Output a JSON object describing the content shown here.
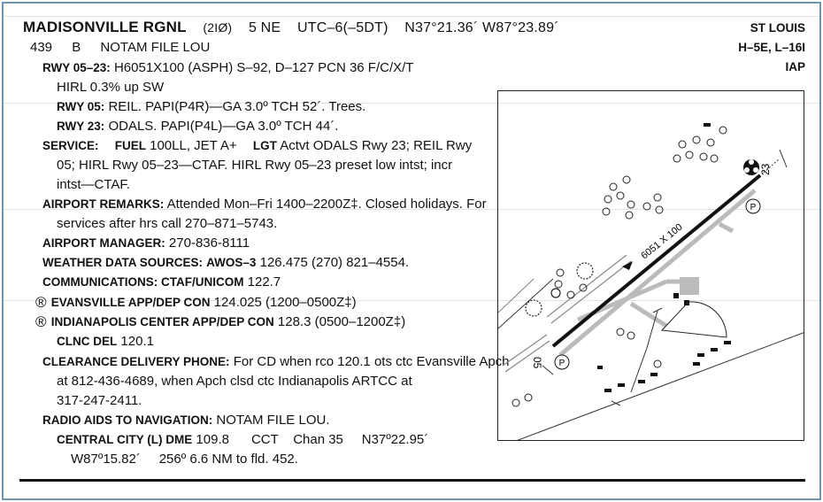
{
  "header": {
    "airport_name": "MADISONVILLE RGNL",
    "ident": "(2IØ)",
    "distance": "5 NE",
    "utc": "UTC–6(–5DT)",
    "coordinates": "N37°21.36´ W87°23.89´",
    "elevation": "439",
    "fuel_code": "B",
    "notam": "NOTAM FILE LOU"
  },
  "chart_refs": {
    "region": "ST LOUIS",
    "charts": "H–5E, L–16I",
    "iap": "IAP"
  },
  "runway": {
    "label": "RWY 05–23:",
    "text": "H6051X100 (ASPH)   S–92, D–127 PCN 36 F/C/X/T",
    "lights": "HIRL   0.3% up SW",
    "rwy05_label": "RWY 05:",
    "rwy05_text": "REIL. PAPI(P4R)—GA 3.0º TCH 52´. Trees.",
    "rwy23_label": "RWY 23:",
    "rwy23_text": "ODALS. PAPI(P4L)—GA 3.0º TCH 44´."
  },
  "service": {
    "label": "SERVICE:",
    "fuel_label": "FUEL",
    "fuel_text": "100LL, JET A+",
    "lgt_label": "LGT",
    "line1_text": "Actvt ODALS Rwy 23; REIL Rwy",
    "line2": "05; HIRL Rwy 05–23—CTAF. HIRL Rwy 05–23 preset low intst; incr",
    "line3": "intst—CTAF."
  },
  "remarks": {
    "label": "AIRPORT REMARKS:",
    "line1_text": "Attended Mon–Fri 1400–2200Z‡. Closed holidays. For",
    "line2": "services after hrs call 270–871–5743."
  },
  "manager": {
    "label": "AIRPORT MANAGER:",
    "text": "270-836-8111"
  },
  "weather": {
    "label": "WEATHER DATA SOURCES:",
    "awos_label": "AWOS–3",
    "text": "126.475 (270) 821–4554."
  },
  "communications": {
    "ctaf_label": "COMMUNICATIONS: CTAF/UNICOM",
    "ctaf_freq": "122.7",
    "radar_symbol": "®",
    "evansville_label": "EVANSVILLE APP/DEP CON",
    "evansville_text": "124.025 (1200–0500Z‡)",
    "indy_label": "INDIANAPOLIS CENTER APP/DEP CON",
    "indy_text": "128.3 (0500–1200Z‡)",
    "clnc_label": "CLNC DEL",
    "clnc_freq": "120.1"
  },
  "clearance": {
    "label": "CLEARANCE DELIVERY PHONE:",
    "line1_text": "For CD when rco 120.1 ots ctc Evansville Apch",
    "line2": "at 812-436-4689, when Apch clsd ctc Indianapolis ARTCC at",
    "line3": "317-247-2411."
  },
  "navaids": {
    "label": "RADIO AIDS TO NAVIGATION:",
    "text": "NOTAM FILE LOU.",
    "dme_label": "CENTRAL CITY (L) DME",
    "dme_line1_text": "109.8      CCT    Chan 35     N37º22.95´",
    "dme_line2": "W87º15.82´     256º 6.6 NM to fld. 452."
  },
  "diagram": {
    "runway_dims": "6051 X 100",
    "rwy_end_05": "05",
    "rwy_end_23": "23",
    "papi_symbol": "P"
  }
}
